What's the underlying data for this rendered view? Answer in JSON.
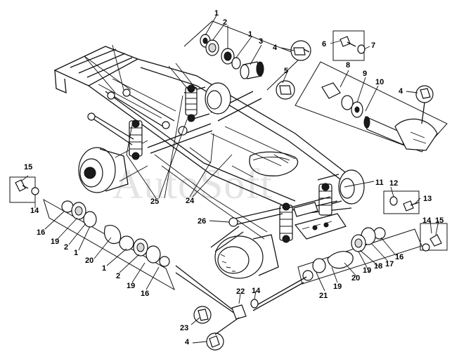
{
  "watermark": "AutoSoft",
  "callouts": {
    "c1a": "1",
    "c2a": "2",
    "c1b": "1",
    "c3": "3",
    "c4a": "4",
    "c5": "5",
    "c6": "6",
    "c7": "7",
    "c8": "8",
    "c9": "9",
    "c10": "10",
    "c4b": "4",
    "c11": "11",
    "c12": "12",
    "c13": "13",
    "c15a": "15",
    "c14a": "14",
    "c16a": "16",
    "c19a": "19",
    "c2b": "2",
    "c1c": "1",
    "c20a": "20",
    "c1d": "1",
    "c2c": "2",
    "c19b": "19",
    "c16b": "16",
    "c25": "25",
    "c24": "24",
    "c26": "26",
    "c14b": "14",
    "c15b": "15",
    "c16c": "16",
    "c17": "17",
    "c18": "18",
    "c19c": "19",
    "c20b": "20",
    "c19d": "19",
    "c21": "21",
    "c22": "22",
    "c14c": "14",
    "c23": "23",
    "c4c": "4"
  }
}
